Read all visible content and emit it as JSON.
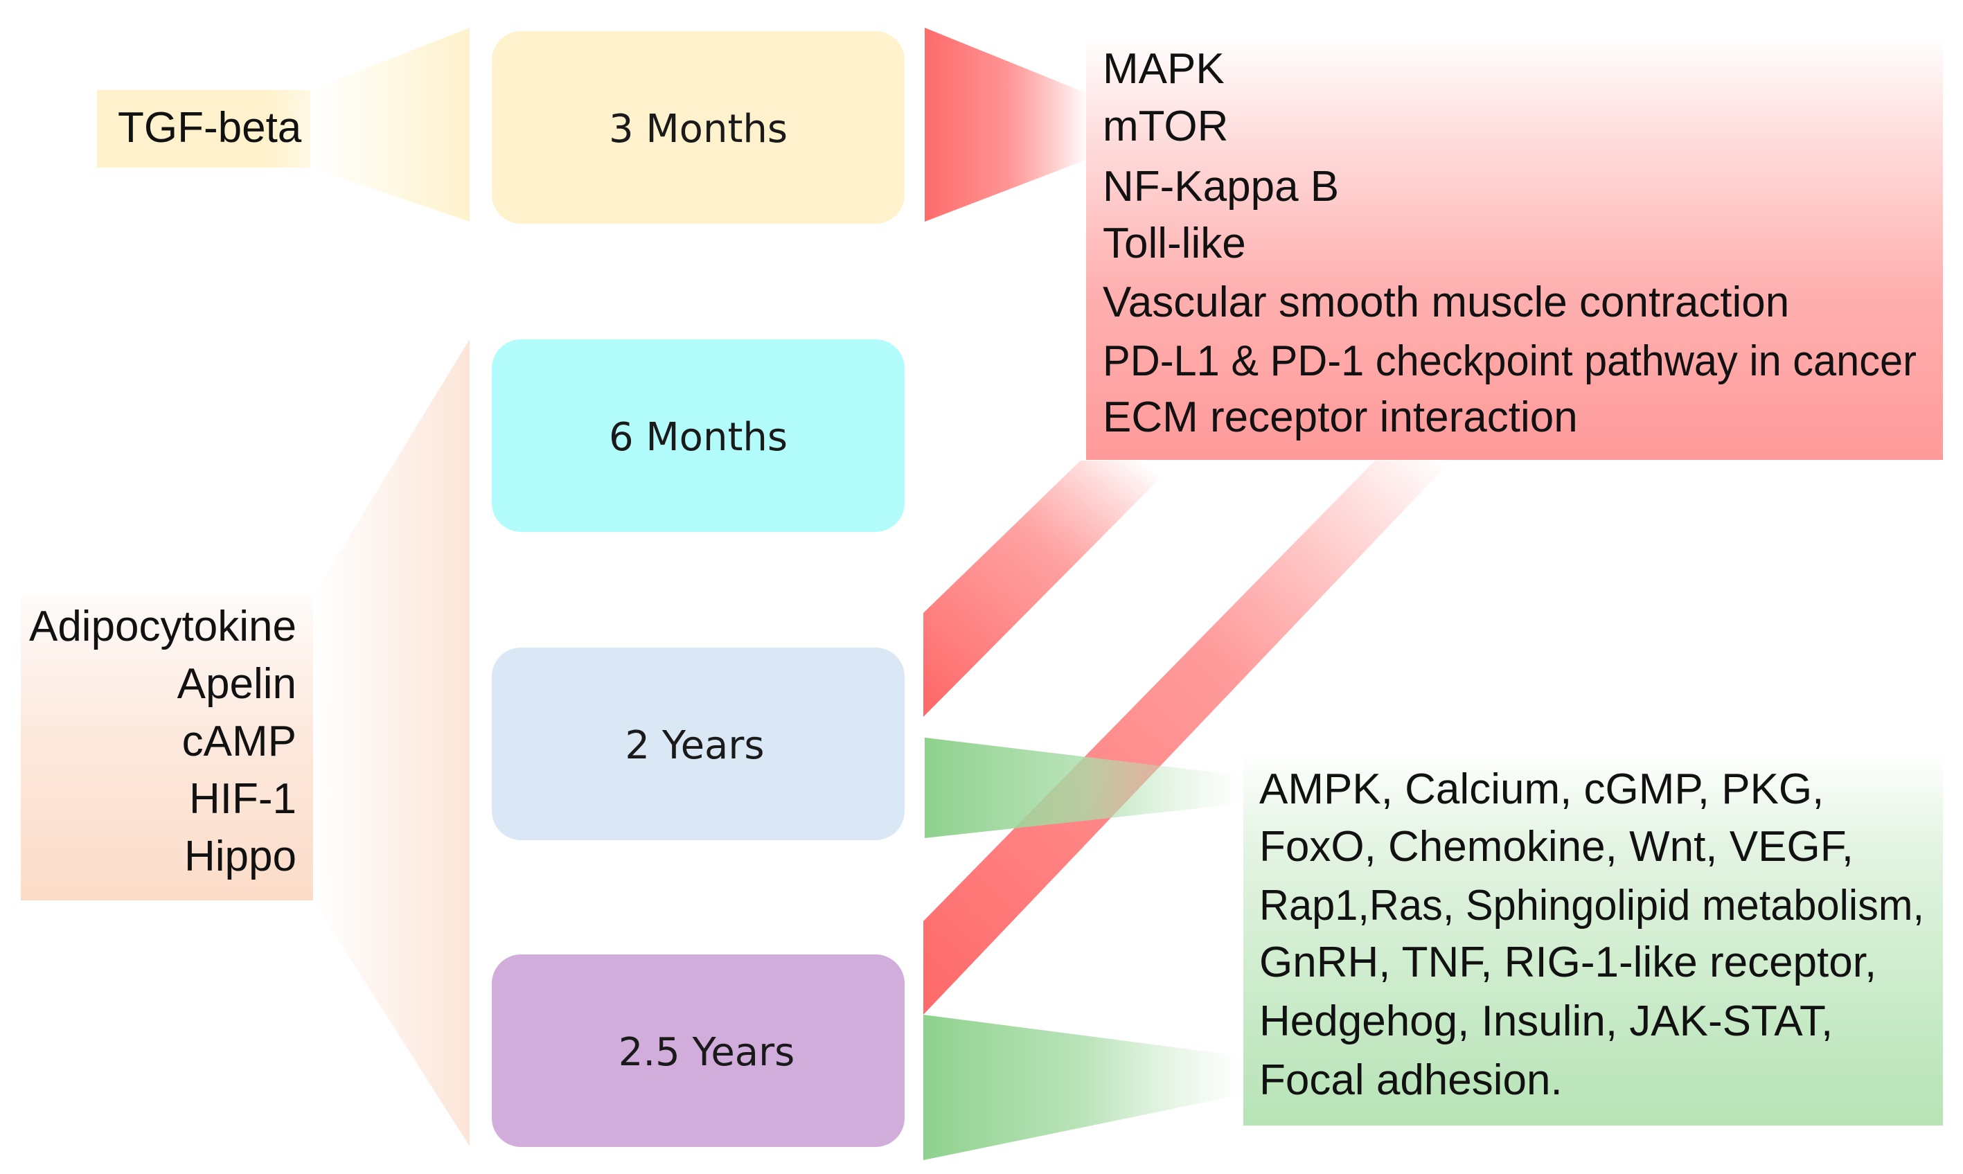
{
  "left_labels": {
    "tgf": "TGF-beta",
    "group": [
      "Adipocytokine",
      "Apelin",
      "cAMP",
      "HIF-1",
      "Hippo"
    ]
  },
  "timepoints": [
    {
      "label": "3 Months",
      "color": "#FFF2CC"
    },
    {
      "label": "6 Months",
      "color": "#B3FCFC"
    },
    {
      "label": "2 Years",
      "color": "#DAE8F6"
    },
    {
      "label": "2.5 Years",
      "color": "#D1ADDC"
    }
  ],
  "red_box": {
    "color": "#FF6B6B",
    "items": [
      "MAPK",
      "mTOR",
      "NF-Kappa B",
      "Toll-like",
      "Vascular smooth muscle contraction",
      "PD-L1 & PD-1 checkpoint pathway in cancer",
      "ECM receptor interaction"
    ]
  },
  "green_box": {
    "color": "#94D493",
    "items": [
      "AMPK, Calcium, cGMP, PKG,",
      "FoxO, Chemokine, Wnt, VEGF,",
      "Rap1,Ras, Sphingolipid metabolism,",
      "GnRH, TNF, RIG-1-like receptor,",
      "Hedgehog, Insulin, JAK-STAT,",
      "Focal adhesion."
    ]
  }
}
